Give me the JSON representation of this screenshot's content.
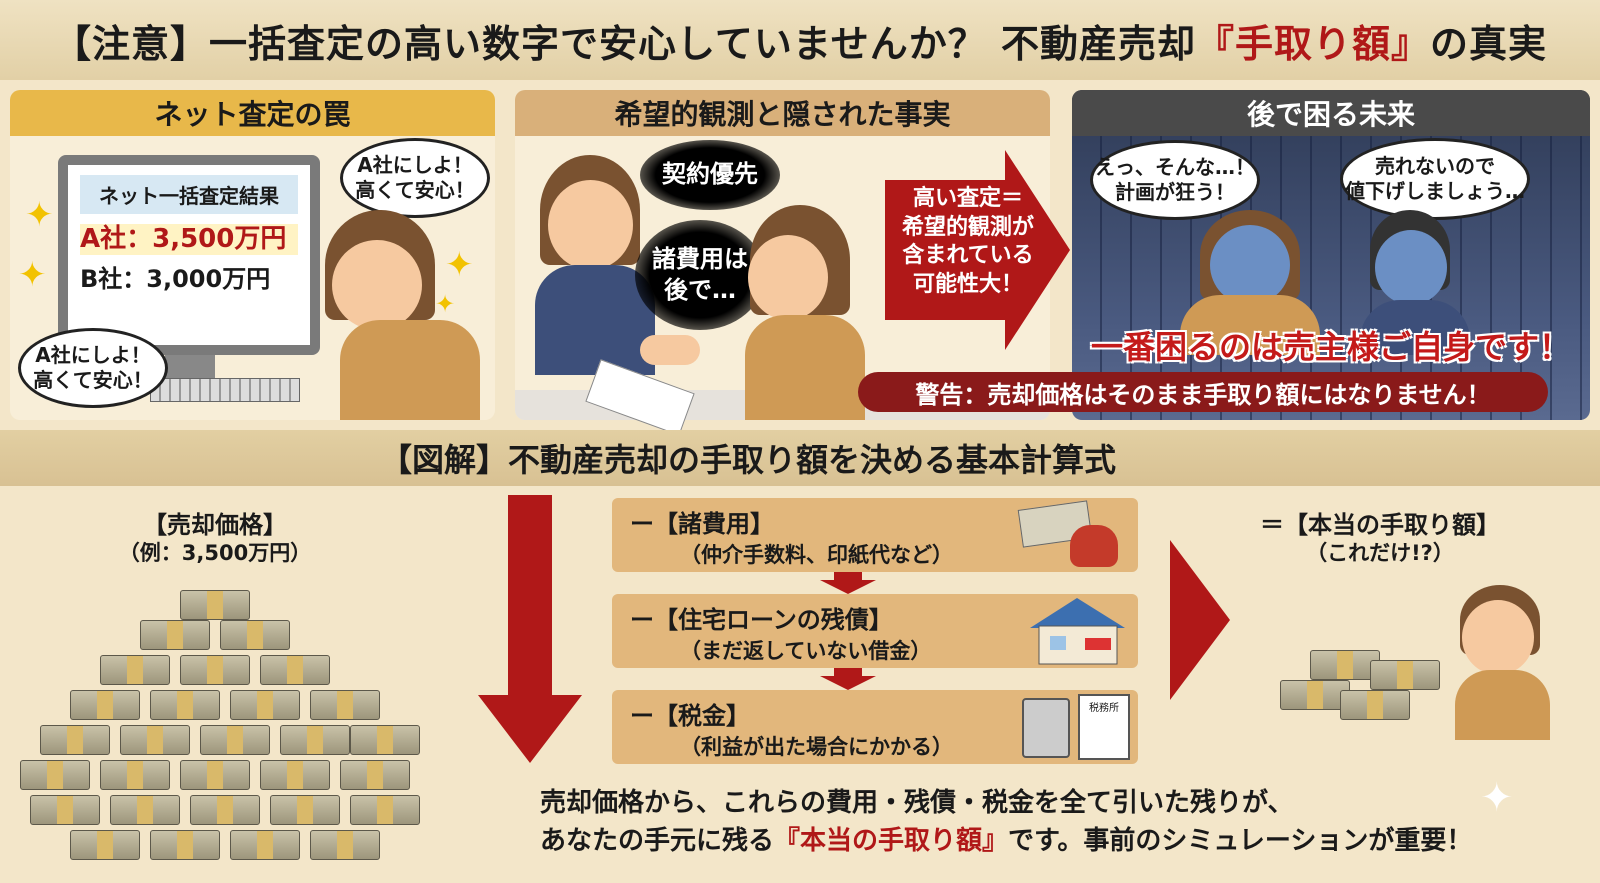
{
  "title": {
    "prefix": "【注意】一括査定の高い数字で安心していませんか？ 不動産売却",
    "highlight": "『手取り額』",
    "suffix": "の真実"
  },
  "panel1": {
    "header": "ネット査定の罠",
    "screen_title": "ネット一括査定結果",
    "a_result": "A社：3,500万円",
    "b_result": "B社：3,000万円",
    "bubble_top": "A社にしよ！\n高くて安心！",
    "bubble_bottom": "A社にしよ！\n高くて安心！"
  },
  "panel2": {
    "header": "希望的観測と隠された事実",
    "thought1": "契約優先",
    "thought2": "諸費用は\n後で…",
    "arrow_text": "高い査定＝\n希望的観測が\n含まれている\n可能性大！"
  },
  "panel3": {
    "header": "後で困る未来",
    "bubble_seller": "えっ、そんな…！\n計画が狂う！",
    "bubble_agent": "売れないので\n値下げしましょう…",
    "caption": "一番困るのは売主様ご自身です！"
  },
  "warning": "警告：売却価格はそのまま手取り額にはなりません！",
  "section2": {
    "header": "【図解】不動産売却の手取り額を決める基本計算式",
    "sale_price_label": "【売却価格】",
    "sale_price_example": "（例：3,500万円）",
    "deductions": [
      {
        "title": "ー【諸費用】",
        "sub": "（仲介手数料、印紙代など）"
      },
      {
        "title": "ー【住宅ローンの残債】",
        "sub": "（まだ返していない借金）"
      },
      {
        "title": "ー【税金】",
        "sub": "（利益が出た場合にかかる）"
      }
    ],
    "tax_office_label": "税務所",
    "result_label": "＝【本当の手取り額】",
    "result_sub": "（これだけ!?）",
    "summary_line1": "売却価格から、これらの費用・残債・税金を全て引いた残りが、",
    "summary_line2_prefix": "あなたの手元に残る",
    "summary_line2_highlight": "『本当の手取り額』",
    "summary_line2_suffix": "です。事前のシミュレーションが重要！"
  },
  "colors": {
    "accent_red": "#b01818",
    "dark_red": "#8a1a1a",
    "gold": "#e8b84a",
    "tan": "#d9b07a"
  }
}
